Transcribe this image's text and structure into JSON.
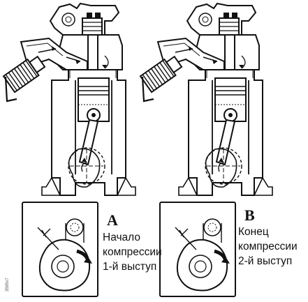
{
  "panel_a": {
    "letter": "A",
    "lines": [
      "Начало",
      "компрессии",
      "1-й выступ"
    ]
  },
  "panel_b": {
    "letter": "B",
    "lines": [
      "Конец",
      "компрессии",
      "2-й выступ"
    ]
  },
  "figure_code": "3595x7",
  "colors": {
    "ink": "#111111",
    "paper": "#ffffff"
  }
}
